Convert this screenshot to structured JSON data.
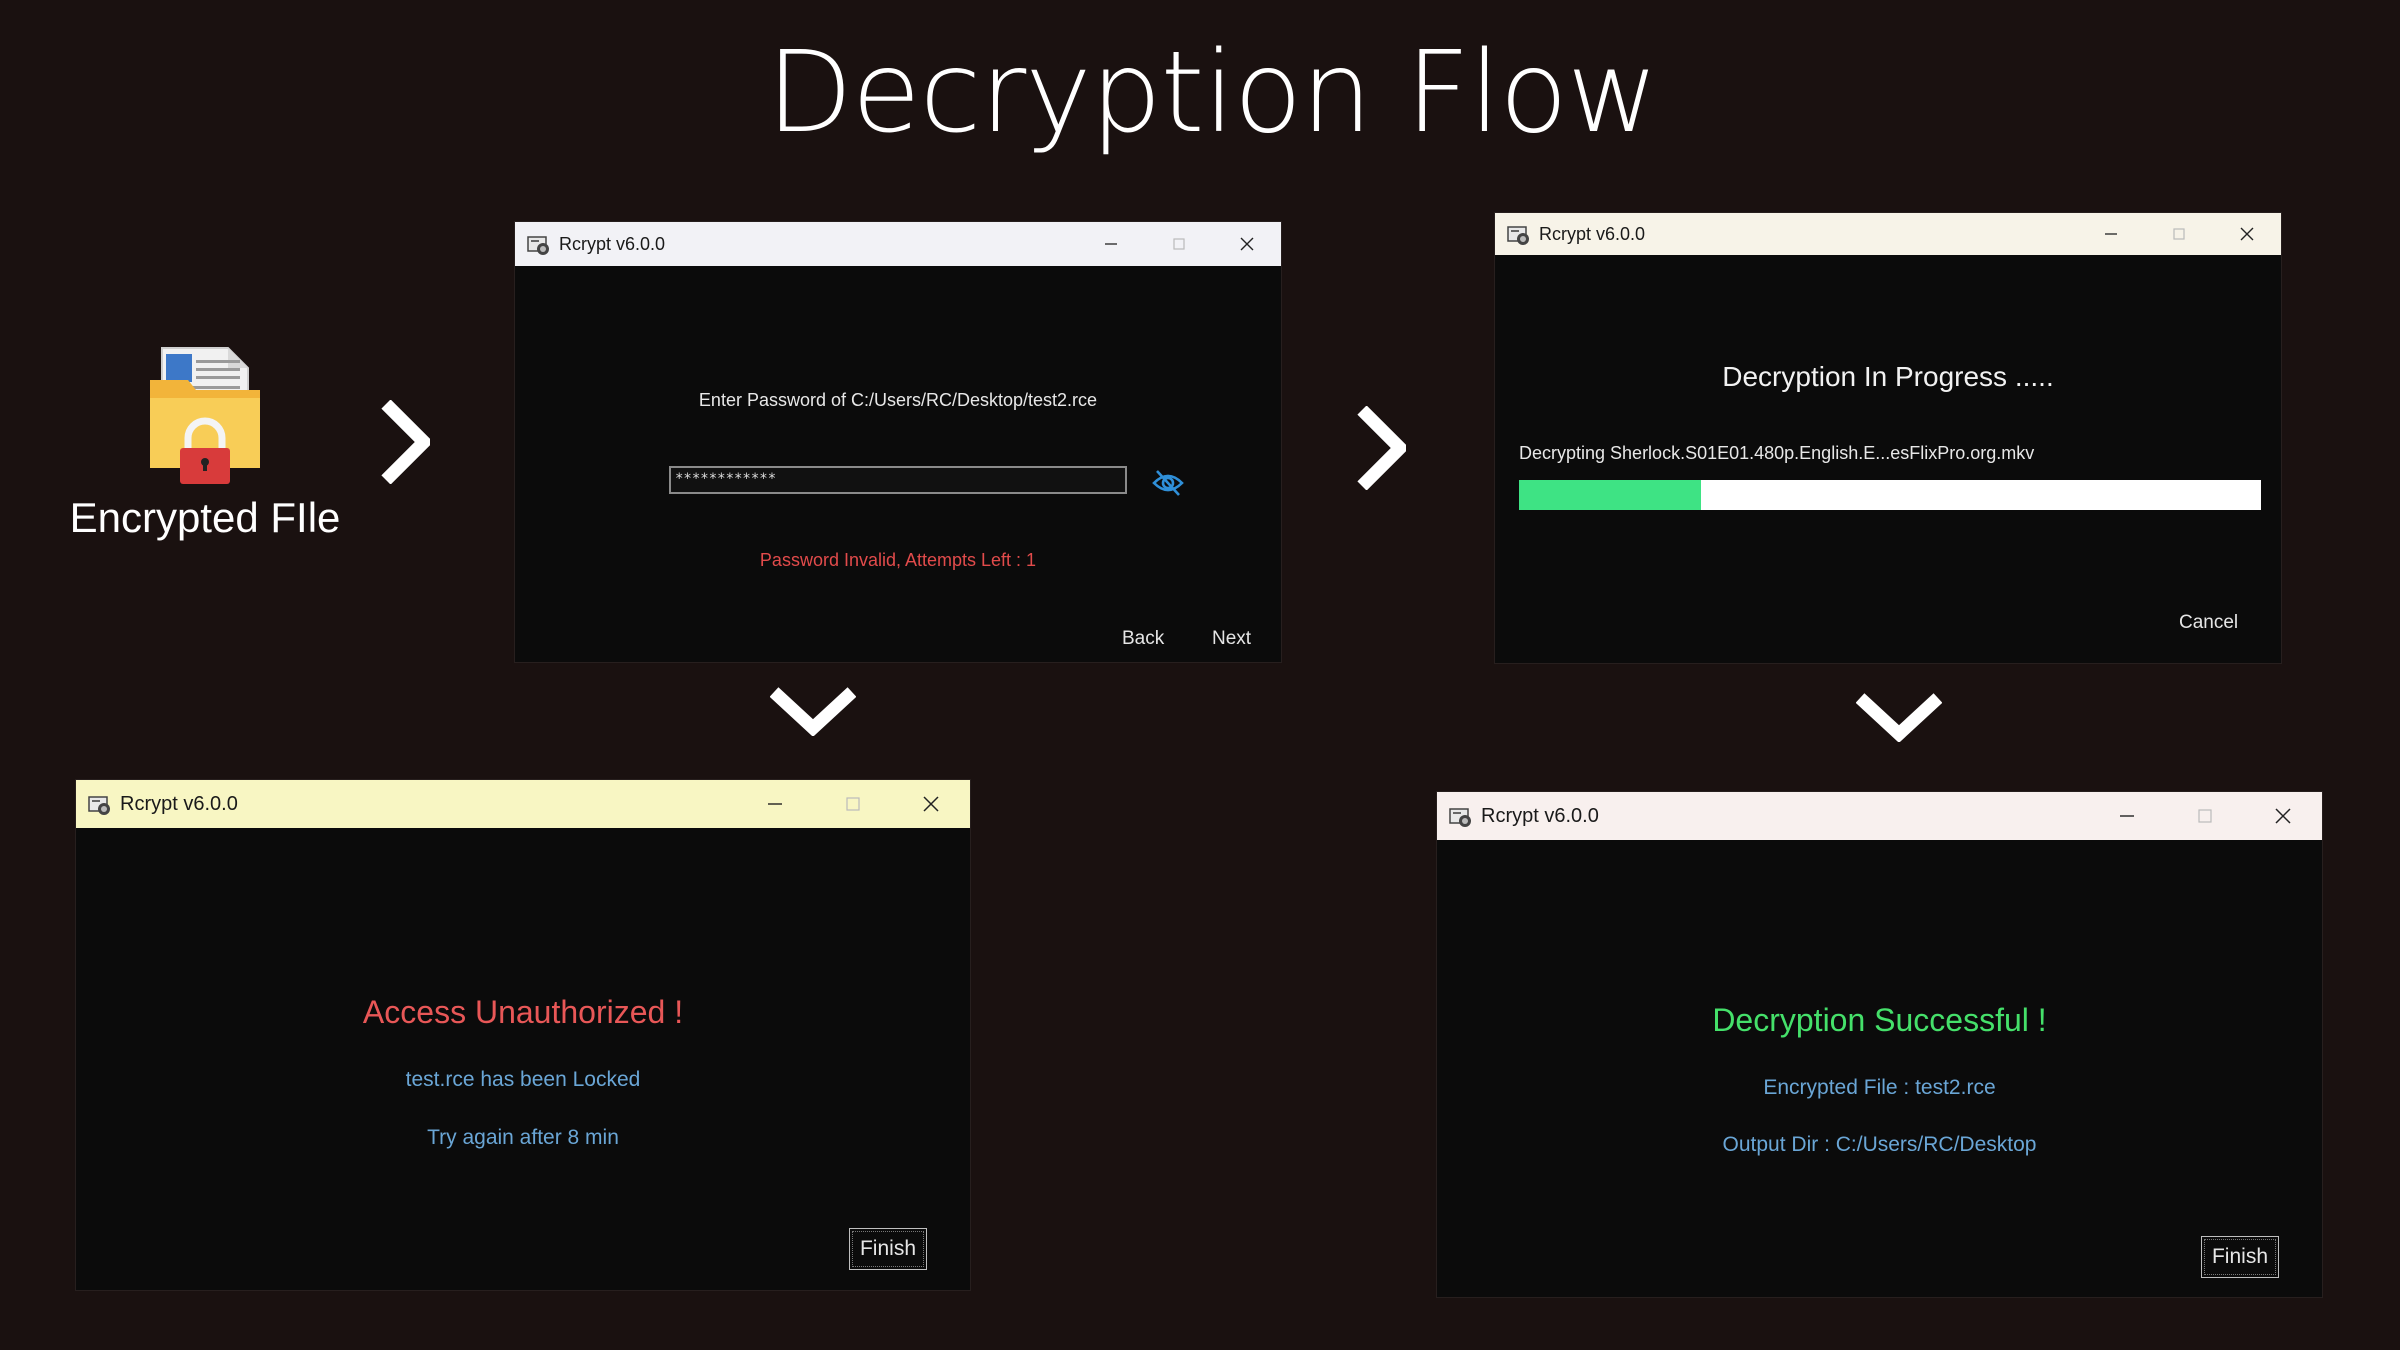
{
  "page": {
    "title": "Decryption Flow"
  },
  "file": {
    "label": "Encrypted FIle",
    "icon": "locked-folder-icon"
  },
  "app": {
    "title": "Rcrypt v6.0.0"
  },
  "window_password": {
    "prompt": "Enter Password of C:/Users/RC/Desktop/test2.rce",
    "password_value": "************",
    "error": "Password Invalid, Attempts Left : 1",
    "back_label": "Back",
    "next_label": "Next",
    "accent": "#e24b4b"
  },
  "window_progress": {
    "heading": "Decryption In Progress .....",
    "file_status": "Decrypting Sherlock.S01E01.480p.English.E...esFlixPro.org.mkv",
    "progress": 0.245,
    "progress_color": "#3ee384",
    "cancel_label": "Cancel"
  },
  "window_locked": {
    "heading": "Access Unauthorized !",
    "line1": "test.rce has been Locked",
    "line2": "Try again after 8 min",
    "finish_label": "Finish",
    "heading_color": "#e85757",
    "text_color": "#6aa6d6"
  },
  "window_success": {
    "heading": "Decryption Successful !",
    "line1": "Encrypted File : test2.rce",
    "line2": "Output Dir : C:/Users/RC/Desktop",
    "finish_label": "Finish",
    "heading_color": "#45e06a",
    "text_color": "#6aa6d6"
  }
}
